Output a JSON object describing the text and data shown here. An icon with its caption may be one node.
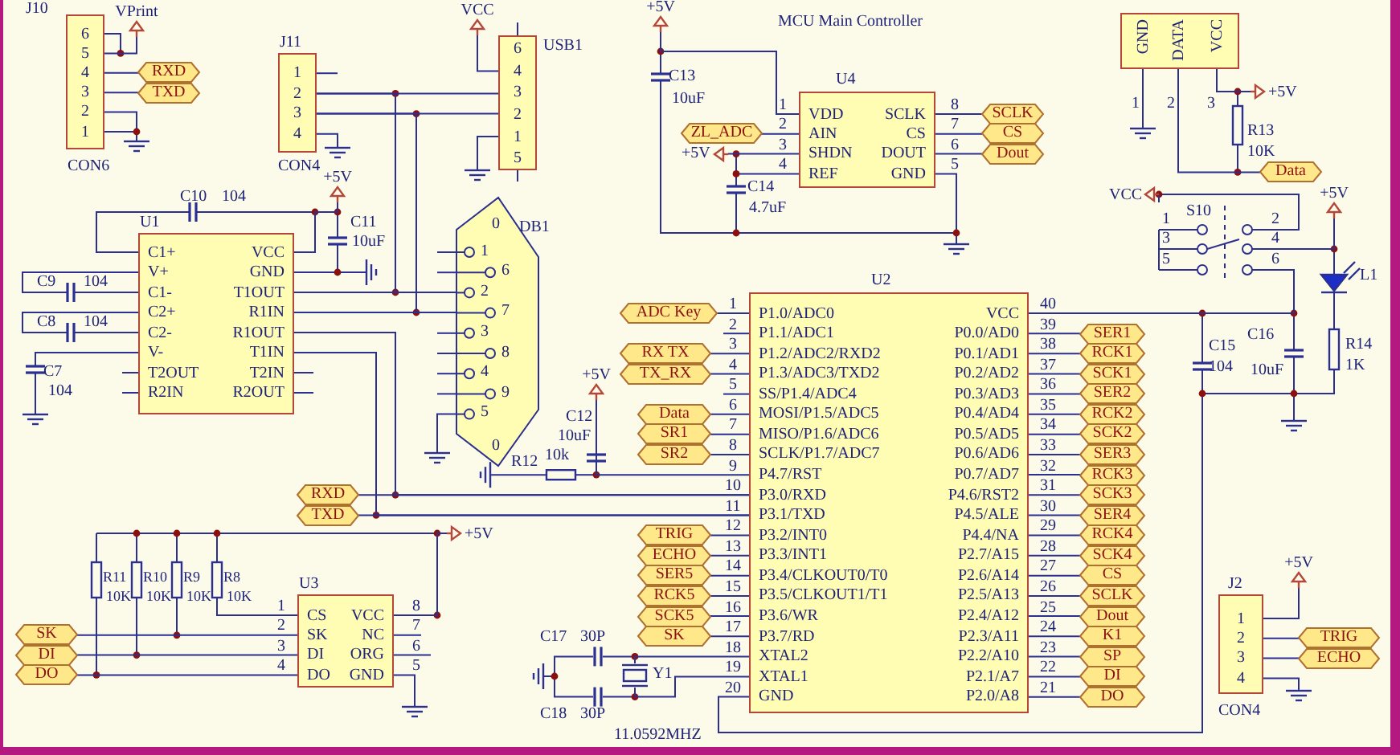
{
  "diagram": {
    "title": "MCU Main Controller",
    "nodes": [
      {
        "text": [
          "J10",
          "6",
          "5",
          "4",
          "3",
          "2",
          "1"
        ],
        "beside": [
          "CON6"
        ]
      },
      {
        "text": [
          "J11",
          "1",
          "2",
          "3",
          "4"
        ],
        "beside": [
          "CON4"
        ]
      },
      {
        "text": [
          "USB1",
          "6",
          "4",
          "3",
          "2",
          "1",
          "5"
        ]
      },
      {
        "text": [
          "DB1",
          "1",
          "6",
          "2",
          "7",
          "3",
          "8",
          "4",
          "9",
          "5"
        ]
      },
      {
        "text": [
          "U1",
          "C1+",
          "VCC",
          "V+",
          "GND",
          "C1-",
          "T1OUT",
          "C2+",
          "R1IN",
          "C2-",
          "R1OUT",
          "V-",
          "T1IN",
          "T2OUT",
          "T2IN",
          "R2IN",
          "R2OUT"
        ]
      },
      {
        "text": [
          "U4",
          "VDD",
          "SCLK",
          "AIN",
          "CS",
          "SHDN",
          "DOUT",
          "REF",
          "GND"
        ],
        "beside": [
          "1",
          "2",
          "3",
          "4",
          "8",
          "7",
          "6",
          "5"
        ]
      },
      {
        "text": [
          "GND",
          "DATA",
          "VCC"
        ],
        "beside": [
          "1",
          "2",
          "3"
        ]
      },
      {
        "text": [
          "U2",
          "P1.0/ADC0",
          "VCC",
          "P1.1/ADC1",
          "P0.0/AD0",
          "P1.2/ADC2/RXD2",
          "P0.1/AD1",
          "P1.3/ADC3/TXD2",
          "P0.2/AD2",
          "SS/P1.4/ADC4",
          "P0.3/AD3",
          "MOSI/P1.5/ADC5",
          "P0.4/AD4",
          "MISO/P1.6/ADC6",
          "P0.5/AD5",
          "SCLK/P1.7/ADC7",
          "P0.6/AD6",
          "P4.7/RST",
          "P0.7/AD7",
          "P3.0/RXD",
          "P4.6/RST2",
          "P3.1/TXD",
          "P4.5/ALE",
          "P3.2/INT0",
          "P4.4/NA",
          "P3.3/INT1",
          "P2.7/A15",
          "P3.4/CLKOUT0/T0",
          "P2.6/A14",
          "P3.5/CLKOUT1/T1",
          "P2.5/A13",
          "P3.6/WR",
          "P2.4/A12",
          "P3.7/RD",
          "P2.3/A11",
          "XTAL2",
          "P2.2/A10",
          "XTAL1",
          "P2.1/A7",
          "GND",
          "P2.0/A8"
        ],
        "beside": [
          "1",
          "2",
          "3",
          "4",
          "5",
          "6",
          "7",
          "8",
          "9",
          "10",
          "11",
          "12",
          "13",
          "14",
          "15",
          "16",
          "17",
          "18",
          "19",
          "20",
          "40",
          "39",
          "38",
          "37",
          "36",
          "35",
          "34",
          "33",
          "32",
          "31",
          "30",
          "29",
          "28",
          "27",
          "26",
          "25",
          "24",
          "23",
          "22",
          "21"
        ]
      },
      {
        "text": [
          "U3",
          "CS",
          "VCC",
          "SK",
          "NC",
          "DI",
          "ORG",
          "DO",
          "GND"
        ],
        "beside": [
          "1",
          "2",
          "3",
          "4",
          "8",
          "7",
          "6",
          "5"
        ]
      },
      {
        "text": [
          "J2",
          "1",
          "2",
          "3",
          "4"
        ],
        "beside": [
          "CON4"
        ]
      },
      {
        "text": [
          "RXD"
        ]
      },
      {
        "text": [
          "TXD"
        ]
      },
      {
        "text": [
          "ZL_ADC"
        ]
      },
      {
        "text": [
          "SCLK"
        ]
      },
      {
        "text": [
          "CS"
        ]
      },
      {
        "text": [
          "Dout"
        ]
      },
      {
        "text": [
          "Data"
        ]
      },
      {
        "text": [
          "ADC Key"
        ]
      },
      {
        "text": [
          "RX TX"
        ]
      },
      {
        "text": [
          "TX_RX"
        ]
      },
      {
        "text": [
          "Data"
        ]
      },
      {
        "text": [
          "SR1"
        ]
      },
      {
        "text": [
          "SR2"
        ]
      },
      {
        "text": [
          "RXD"
        ]
      },
      {
        "text": [
          "TXD"
        ]
      },
      {
        "text": [
          "TRIG"
        ]
      },
      {
        "text": [
          "ECHO"
        ]
      },
      {
        "text": [
          "SER5"
        ]
      },
      {
        "text": [
          "RCK5"
        ]
      },
      {
        "text": [
          "SCK5"
        ]
      },
      {
        "text": [
          "SK"
        ]
      },
      {
        "text": [
          "SER1"
        ]
      },
      {
        "text": [
          "RCK1"
        ]
      },
      {
        "text": [
          "SCK1"
        ]
      },
      {
        "text": [
          "SER2"
        ]
      },
      {
        "text": [
          "RCK2"
        ]
      },
      {
        "text": [
          "SCK2"
        ]
      },
      {
        "text": [
          "SER3"
        ]
      },
      {
        "text": [
          "RCK3"
        ]
      },
      {
        "text": [
          "SCK3"
        ]
      },
      {
        "text": [
          "SER4"
        ]
      },
      {
        "text": [
          "RCK4"
        ]
      },
      {
        "text": [
          "SCK4"
        ]
      },
      {
        "text": [
          "CS"
        ]
      },
      {
        "text": [
          "SCLK"
        ]
      },
      {
        "text": [
          "Dout"
        ]
      },
      {
        "text": [
          "K1"
        ]
      },
      {
        "text": [
          "SP"
        ]
      },
      {
        "text": [
          "DI"
        ]
      },
      {
        "text": [
          "DO"
        ]
      },
      {
        "text": [
          "SK"
        ]
      },
      {
        "text": [
          "DI"
        ]
      },
      {
        "text": [
          "DO"
        ]
      },
      {
        "text": [
          "TRIG"
        ]
      },
      {
        "text": [
          "ECHO"
        ]
      },
      {
        "text": [
          "VPrint"
        ]
      },
      {
        "text": [
          "VCC"
        ]
      },
      {
        "text": [
          "+5V"
        ]
      },
      {
        "text": [
          "+5V"
        ]
      },
      {
        "text": [
          "+5V"
        ]
      },
      {
        "text": [
          "+5V"
        ]
      },
      {
        "text": [
          "VCC"
        ]
      },
      {
        "text": [
          "S10",
          "1",
          "2",
          "3",
          "4",
          "5",
          "6"
        ]
      },
      {
        "text": [
          "+5V"
        ]
      },
      {
        "text": [
          "+5V"
        ]
      },
      {
        "text": [
          "+5V"
        ]
      },
      {
        "text": [
          "+5V"
        ]
      },
      {
        "text": [],
        "shape": "crystal",
        "beside": [
          "Y1",
          "11.0592MHZ"
        ]
      }
    ],
    "edges": [
      {
        "from": 0,
        "to": 10,
        "arrow": "none"
      },
      {
        "from": 0,
        "to": 11,
        "arrow": "none"
      },
      {
        "from": 1,
        "to": 2,
        "arrow": "none"
      },
      {
        "from": 1,
        "to": 2,
        "arrow": "none"
      },
      {
        "from": 1,
        "to": 4,
        "arrow": "none"
      },
      {
        "from": 1,
        "to": 4,
        "arrow": "none"
      },
      {
        "from": 4,
        "to": 3,
        "arrow": "none"
      },
      {
        "from": 4,
        "to": 3,
        "arrow": "none"
      },
      {
        "from": 4,
        "to": 7,
        "arrow": "none"
      },
      {
        "from": 4,
        "to": 7,
        "arrow": "none"
      },
      {
        "from": 12,
        "to": 5,
        "arrow": "none"
      },
      {
        "from": 5,
        "to": 13,
        "arrow": "none"
      },
      {
        "from": 5,
        "to": 14,
        "arrow": "none"
      },
      {
        "from": 5,
        "to": 15,
        "arrow": "none"
      },
      {
        "from": 6,
        "to": 16,
        "arrow": "none"
      },
      {
        "from": 17,
        "to": 7,
        "arrow": "none"
      },
      {
        "from": 18,
        "to": 7,
        "arrow": "none"
      },
      {
        "from": 19,
        "to": 7,
        "arrow": "none"
      },
      {
        "from": 20,
        "to": 7,
        "arrow": "none"
      },
      {
        "from": 21,
        "to": 7,
        "arrow": "none"
      },
      {
        "from": 22,
        "to": 7,
        "arrow": "none"
      },
      {
        "from": 23,
        "to": 7,
        "arrow": "none"
      },
      {
        "from": 24,
        "to": 7,
        "arrow": "none"
      },
      {
        "from": 25,
        "to": 7,
        "arrow": "none"
      },
      {
        "from": 26,
        "to": 7,
        "arrow": "none"
      },
      {
        "from": 27,
        "to": 7,
        "arrow": "none"
      },
      {
        "from": 28,
        "to": 7,
        "arrow": "none"
      },
      {
        "from": 29,
        "to": 7,
        "arrow": "none"
      },
      {
        "from": 30,
        "to": 7,
        "arrow": "none"
      },
      {
        "from": 7,
        "to": 31,
        "arrow": "none"
      },
      {
        "from": 7,
        "to": 32,
        "arrow": "none"
      },
      {
        "from": 7,
        "to": 33,
        "arrow": "none"
      },
      {
        "from": 7,
        "to": 34,
        "arrow": "none"
      },
      {
        "from": 7,
        "to": 35,
        "arrow": "none"
      },
      {
        "from": 7,
        "to": 36,
        "arrow": "none"
      },
      {
        "from": 7,
        "to": 37,
        "arrow": "none"
      },
      {
        "from": 7,
        "to": 38,
        "arrow": "none"
      },
      {
        "from": 7,
        "to": 39,
        "arrow": "none"
      },
      {
        "from": 7,
        "to": 40,
        "arrow": "none"
      },
      {
        "from": 7,
        "to": 41,
        "arrow": "none"
      },
      {
        "from": 7,
        "to": 42,
        "arrow": "none"
      },
      {
        "from": 7,
        "to": 43,
        "arrow": "none"
      },
      {
        "from": 7,
        "to": 44,
        "arrow": "none"
      },
      {
        "from": 7,
        "to": 45,
        "arrow": "none"
      },
      {
        "from": 7,
        "to": 46,
        "arrow": "none"
      },
      {
        "from": 7,
        "to": 47,
        "arrow": "none"
      },
      {
        "from": 7,
        "to": 48,
        "arrow": "none"
      },
      {
        "from": 7,
        "to": 49,
        "arrow": "none"
      },
      {
        "from": 50,
        "to": 8,
        "arrow": "none"
      },
      {
        "from": 51,
        "to": 8,
        "arrow": "none"
      },
      {
        "from": 52,
        "to": 8,
        "arrow": "none"
      },
      {
        "from": 9,
        "to": 53,
        "arrow": "none"
      },
      {
        "from": 9,
        "to": 54,
        "arrow": "none"
      },
      {
        "from": 0,
        "to": 55,
        "arrow": "none"
      },
      {
        "from": 2,
        "to": 56,
        "arrow": "none"
      },
      {
        "from": 4,
        "to": 57,
        "arrow": "none"
      },
      {
        "from": 5,
        "to": 58,
        "arrow": "none"
      },
      {
        "from": 5,
        "to": 59,
        "arrow": "none"
      },
      {
        "from": 6,
        "to": 60,
        "arrow": "none"
      },
      {
        "from": 61,
        "to": 62,
        "arrow": "none"
      },
      {
        "from": 62,
        "to": 7,
        "arrow": "none"
      },
      {
        "from": 62,
        "to": 63,
        "arrow": "none"
      },
      {
        "from": 7,
        "to": 64,
        "arrow": "none"
      },
      {
        "from": 8,
        "to": 65,
        "arrow": "none"
      },
      {
        "from": 9,
        "to": 66,
        "arrow": "none"
      },
      {
        "from": 7,
        "to": 67,
        "arrow": "none"
      },
      {
        "from": 7,
        "to": 67,
        "arrow": "none"
      }
    ],
    "labels": [
      "C10",
      "104",
      "C11",
      "10uF",
      "C9",
      "104",
      "C8",
      "104",
      "C7",
      "104",
      "C13",
      "10uF",
      "C14",
      "4.7uF",
      "R13",
      "10K",
      "L1",
      "C15",
      "104",
      "C16",
      "10uF",
      "R14",
      "1K",
      "C12",
      "10uF",
      "R12",
      "10k",
      "R11",
      "10K",
      "R10",
      "10K",
      "R9",
      "10K",
      "R8",
      "10K",
      "C17",
      "30P",
      "C18",
      "30P",
      "0",
      "0"
    ]
  }
}
